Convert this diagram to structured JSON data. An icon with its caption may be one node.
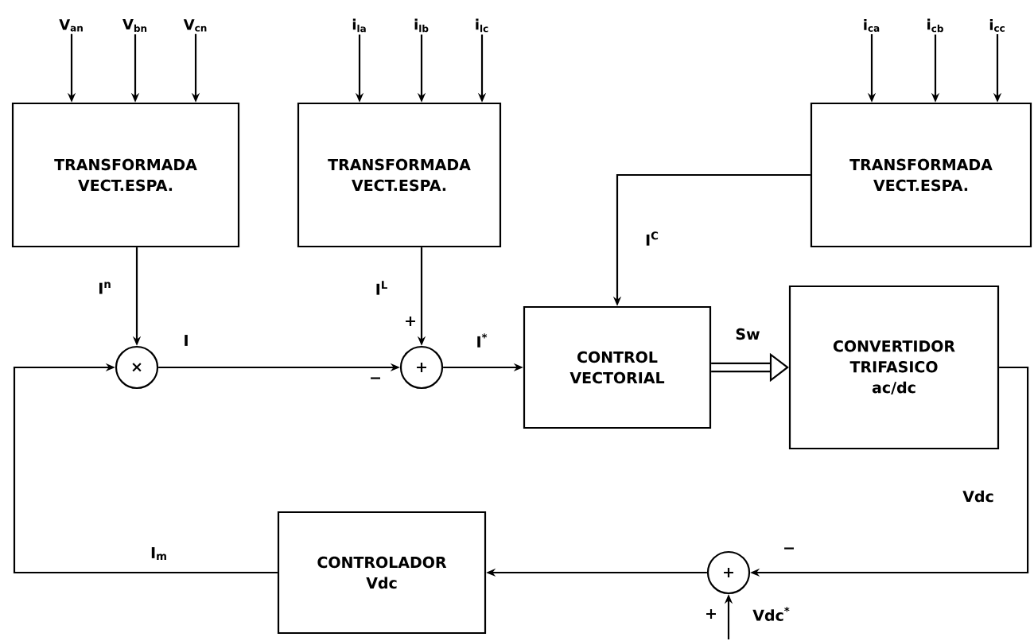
{
  "diagram": {
    "nodes": [
      {
        "text": [
          "TRANSFORMADA VECT.ESPA."
        ]
      },
      {
        "text": [
          "TRANSFORMADA VECT.ESPA."
        ]
      },
      {
        "text": [
          "TRANSFORMADA VECT.ESPA."
        ]
      },
      {
        "text": [
          "×"
        ]
      },
      {
        "text": [
          "+"
        ]
      },
      {
        "text": [
          "CONTROL VECTORIAL"
        ]
      },
      {
        "text": [
          "CONVERTIDOR TRIFASICO ac/dc"
        ]
      },
      {
        "text": [
          "CONTROLADOR Vdc"
        ]
      },
      {
        "text": [
          "+"
        ]
      },
      {
        "text": [
          "V$_{an}$"
        ]
      },
      {
        "text": [
          "V$_{bn}$"
        ]
      },
      {
        "text": [
          "V$_{cn}$"
        ]
      },
      {
        "text": [
          "i$_{la}$"
        ]
      },
      {
        "text": [
          "i$_{lb}$"
        ]
      },
      {
        "text": [
          "i$_{lc}$"
        ]
      },
      {
        "text": [
          "i$_{ca}$"
        ]
      },
      {
        "text": [
          "i$_{cb}$"
        ]
      },
      {
        "text": [
          "i$_{cc}$"
        ]
      }
    ],
    "edges": [
      {
        "from": 9,
        "to": 0,
        "arrow": "to"
      },
      {
        "from": 10,
        "to": 0,
        "arrow": "to"
      },
      {
        "from": 11,
        "to": 0,
        "arrow": "to"
      },
      {
        "from": 12,
        "to": 1,
        "arrow": "to"
      },
      {
        "from": 13,
        "to": 1,
        "arrow": "to"
      },
      {
        "from": 14,
        "to": 1,
        "arrow": "to"
      },
      {
        "from": 15,
        "to": 2,
        "arrow": "to"
      },
      {
        "from": 16,
        "to": 2,
        "arrow": "to"
      },
      {
        "from": 17,
        "to": 2,
        "arrow": "to"
      },
      {
        "from": 0,
        "to": 3,
        "arrow": "to",
        "label": "I$^{n}$"
      },
      {
        "from": 1,
        "to": 4,
        "arrow": "to",
        "label": "I$^{L}$"
      },
      {
        "from": 3,
        "to": 4,
        "arrow": "to",
        "label": "I"
      },
      {
        "from": 4,
        "to": 5,
        "arrow": "to",
        "label": "I$^{*}$"
      },
      {
        "from": 2,
        "to": 5,
        "arrow": "to",
        "label": "I$^{C}$"
      },
      {
        "from": 5,
        "to": 6,
        "arrow": "to",
        "label": "Sw",
        "style": "thick"
      },
      {
        "from": 6,
        "to": 8,
        "arrow": "to",
        "label": "Vdc"
      },
      {
        "from": 8,
        "to": 7,
        "arrow": "to"
      },
      {
        "from": 7,
        "to": 3,
        "arrow": "to",
        "label": "I$_{m}$"
      },
      {
        "from": null,
        "to": 8,
        "arrow": "to",
        "label": "Vdc$^{*}$"
      }
    ],
    "labels": [
      "+",
      "−",
      "−",
      "+"
    ]
  }
}
